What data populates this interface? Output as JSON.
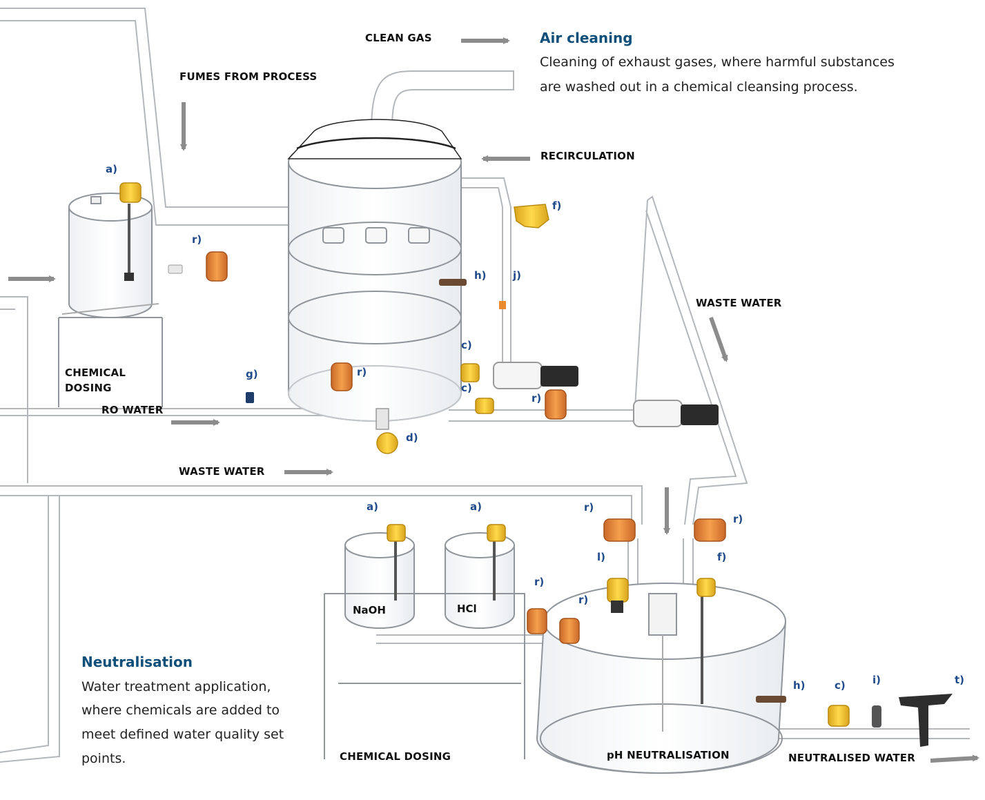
{
  "air_cleaning": {
    "heading": "Air cleaning",
    "description_line1": "Cleaning of exhaust gases, where harmful substances",
    "description_line2": "are washed out in a chemical cleansing process."
  },
  "neutralisation": {
    "heading": "Neutralisation",
    "line1": "Water treatment application,",
    "line2": "where chemicals are added to",
    "line3": "meet defined water quality set",
    "line4": "points."
  },
  "flow_labels": {
    "clean_gas": "CLEAN GAS",
    "fumes": "FUMES FROM PROCESS",
    "recirculation": "RECIRCULATION",
    "waste_water_right": "WASTE WATER",
    "chemical_dosing_top_1": "CHEMICAL",
    "chemical_dosing_top_2": "DOSING",
    "ro_water": "RO WATER",
    "waste_water_left": "WASTE WATER",
    "chemical_dosing_bottom": "CHEMICAL DOSING",
    "ph_neutralisation": "pH NEUTRALISATION",
    "neutralised_water": "NEUTRALISED WATER"
  },
  "tanks": {
    "naoh": "NaOH",
    "hcl": "HCl"
  },
  "instrument_tags": {
    "a_top": "a)",
    "r_top": "r)",
    "f_top": "f)",
    "h_top": "h)",
    "j_top": "j)",
    "c_top1": "c)",
    "c_top2": "c)",
    "g_top": "g)",
    "r_mid": "r)",
    "r_pump": "r)",
    "d_top": "d)",
    "a_naoh": "a)",
    "a_hcl": "a)",
    "r_dn1": "r)",
    "r_dn2": "r)",
    "l_bottom": "l)",
    "f_bottom": "f)",
    "r_chem1": "r)",
    "r_chem2": "r)",
    "h_bottom": "h)",
    "c_bottom": "c)",
    "i_bottom": "i)",
    "t_bottom": "t)"
  },
  "colors": {
    "sensor_yellow": "#f2c12e",
    "valve_orange": "#e98a2f",
    "pipe_stroke": "#a9adb2",
    "arrow_grey": "#8c8c8c",
    "tag_blue": "#1f4a8a",
    "heading_blue": "#0f4f7a"
  }
}
